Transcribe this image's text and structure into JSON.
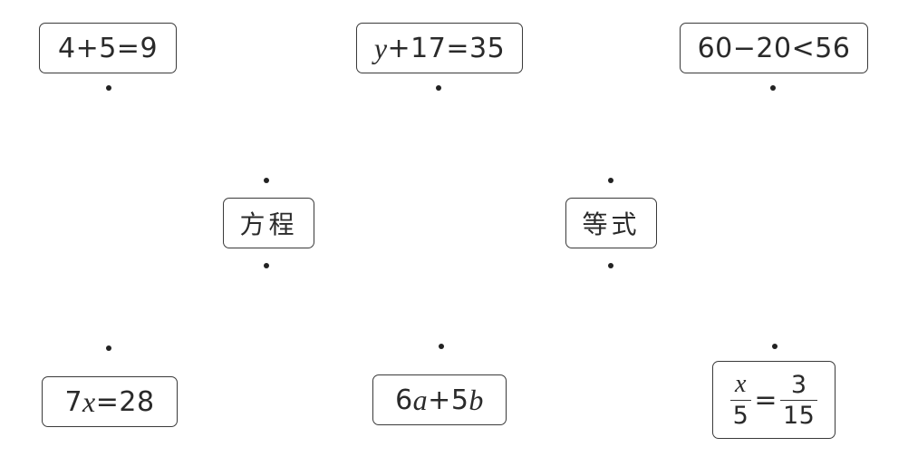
{
  "top_row": {
    "eq1": {
      "a": "4",
      "op": "+",
      "b": "5",
      "rel": "=",
      "c": "9"
    },
    "eq2": {
      "var": "y",
      "op": "+",
      "b": "17",
      "rel": "=",
      "c": "35"
    },
    "eq3": {
      "a": "60",
      "op": "−",
      "b": "20",
      "rel": "<",
      "c": "56"
    }
  },
  "middle_row": {
    "label_equation": "方程",
    "label_identity": "等式"
  },
  "bottom_row": {
    "eq4": {
      "coef": "7",
      "var": "x",
      "rel": "=",
      "c": "28"
    },
    "eq5": {
      "coef1": "6",
      "var1": "a",
      "op": "+",
      "coef2": "5",
      "var2": "b"
    },
    "eq6": {
      "num1": "x",
      "den1": "5",
      "rel": "=",
      "num2": "3",
      "den2": "15"
    }
  }
}
